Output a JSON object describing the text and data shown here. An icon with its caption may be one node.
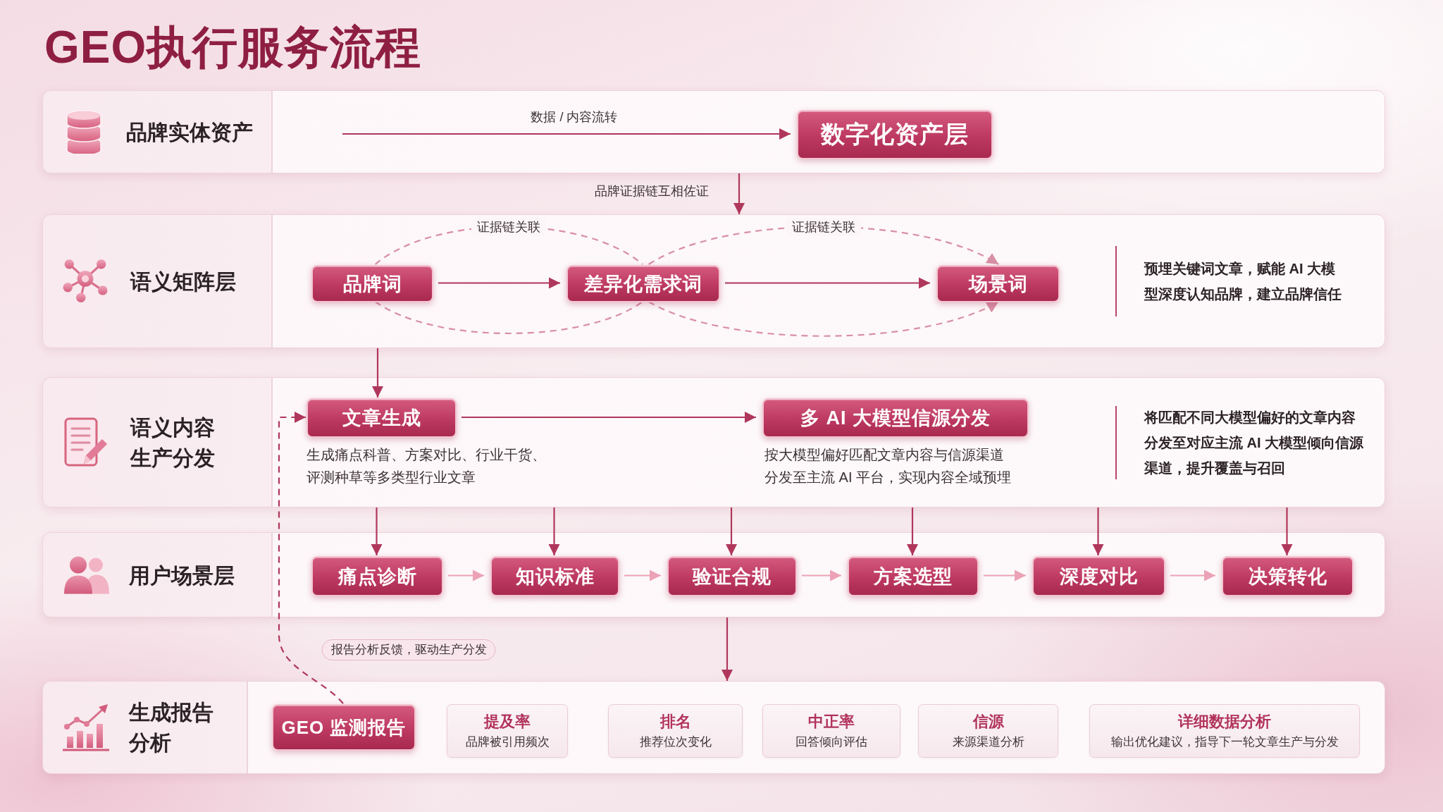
{
  "diagram": {
    "title": "GEO执行服务流程",
    "nodes": [
      {
        "text": [
          "品牌实体资产"
        ]
      },
      {
        "text": [
          "数字化资产层"
        ],
        "in": 0
      },
      {
        "text": [
          "语义矩阵层",
          "预埋关键词文章，赋能 AI 大模型深度认知品牌，建立品牌信任"
        ]
      },
      {
        "text": [
          "品牌词"
        ],
        "in": 2
      },
      {
        "text": [
          "差异化需求词"
        ],
        "in": 2
      },
      {
        "text": [
          "场景词"
        ],
        "in": 2
      },
      {
        "text": [
          "语义内容生产分发",
          "将匹配不同大模型偏好的文章内容分发至对应主流 AI 大模型倾向信源渠道，提升覆盖与召回"
        ]
      },
      {
        "text": [
          "文章生成"
        ],
        "in": 6,
        "beside": [
          "生成痛点科普、方案对比、行业干货、评测种草等多类型行业文章"
        ]
      },
      {
        "text": [
          "多 AI 大模型信源分发"
        ],
        "in": 6,
        "beside": [
          "按大模型偏好匹配文章内容与信源渠道分发至主流 AI 平台，实现内容全域预埋"
        ]
      },
      {
        "text": [
          "用户场景层"
        ]
      },
      {
        "text": [
          "痛点诊断"
        ],
        "in": 9
      },
      {
        "text": [
          "知识标准"
        ],
        "in": 9
      },
      {
        "text": [
          "验证合规"
        ],
        "in": 9
      },
      {
        "text": [
          "方案选型"
        ],
        "in": 9
      },
      {
        "text": [
          "深度对比"
        ],
        "in": 9
      },
      {
        "text": [
          "决策转化"
        ],
        "in": 9
      },
      {
        "text": [
          "生成报告分析"
        ]
      },
      {
        "text": [
          "GEO 监测报告"
        ],
        "in": 16
      },
      {
        "text": [
          "提及率",
          "品牌被引用频次"
        ],
        "in": 16
      },
      {
        "text": [
          "排名",
          "推荐位次变化"
        ],
        "in": 16
      },
      {
        "text": [
          "中正率",
          "回答倾向评估"
        ],
        "in": 16
      },
      {
        "text": [
          "信源",
          "来源渠道分析"
        ],
        "in": 16
      },
      {
        "text": [
          "详细数据分析",
          "输出优化建议，指导下一轮文章生产与分发"
        ],
        "in": 16
      }
    ],
    "edges": [
      {
        "from": null,
        "to": 1,
        "arrow": "to",
        "label": "数据 / 内容流转"
      },
      {
        "from": 0,
        "to": 2,
        "arrow": "to",
        "label": "品牌证据链互相佐证"
      },
      {
        "from": 3,
        "to": 4,
        "arrow": "to"
      },
      {
        "from": 4,
        "to": 5,
        "arrow": "to"
      },
      {
        "from": 3,
        "to": 4,
        "arrow": "none",
        "style": "dashed",
        "color": "#d88fa5",
        "label": "证据链关联"
      },
      {
        "from": 4,
        "to": 5,
        "arrow": "to",
        "style": "dashed",
        "color": "#d88fa5",
        "label": "证据链关联"
      },
      {
        "from": 3,
        "to": 4,
        "arrow": "none",
        "style": "dashed",
        "color": "#d88fa5"
      },
      {
        "from": 4,
        "to": 5,
        "arrow": "to",
        "style": "dashed",
        "color": "#d88fa5"
      },
      {
        "from": 2,
        "to": 7,
        "arrow": "to"
      },
      {
        "from": 7,
        "to": 8,
        "arrow": "to"
      },
      {
        "from": 6,
        "to": 10,
        "arrow": "to"
      },
      {
        "from": 6,
        "to": 11,
        "arrow": "to"
      },
      {
        "from": 6,
        "to": 12,
        "arrow": "to"
      },
      {
        "from": 6,
        "to": 13,
        "arrow": "to"
      },
      {
        "from": 6,
        "to": 14,
        "arrow": "to"
      },
      {
        "from": 6,
        "to": 15,
        "arrow": "to"
      },
      {
        "from": 10,
        "to": 11,
        "arrow": "to",
        "color": "#eba2b6"
      },
      {
        "from": 11,
        "to": 12,
        "arrow": "to",
        "color": "#eba2b6"
      },
      {
        "from": 12,
        "to": 13,
        "arrow": "to",
        "color": "#eba2b6"
      },
      {
        "from": 13,
        "to": 14,
        "arrow": "to",
        "color": "#eba2b6"
      },
      {
        "from": 14,
        "to": 15,
        "arrow": "to",
        "color": "#eba2b6"
      },
      {
        "from": 9,
        "to": 16,
        "arrow": "to"
      },
      {
        "from": 17,
        "to": 7,
        "arrow": "to",
        "style": "dashed",
        "label": "报告分析反馈，驱动生产分发"
      }
    ]
  }
}
